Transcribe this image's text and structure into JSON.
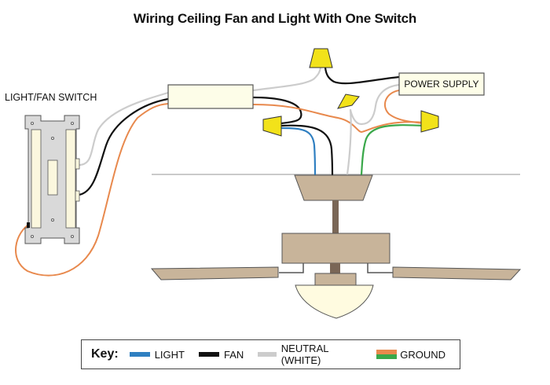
{
  "title": "Wiring Ceiling Fan and Light With One Switch",
  "labels": {
    "switch": "LIGHT/FAN SWITCH",
    "power_supply": "POWER SUPPLY"
  },
  "colors": {
    "light": "#2f7fc1",
    "fan": "#111111",
    "neutral": "#cccccc",
    "ground_orange": "#e8894d",
    "ground_green": "#3aa84a",
    "wire_nut": "#f2e21a",
    "fan_body": "#c8b49a",
    "fan_rod": "#7a6656",
    "globe": "#fffbe0",
    "box_fill": "#fdfde8",
    "switch_plate": "#d9d9d9",
    "switch_body": "#fbf7de"
  },
  "key": {
    "title": "Key:",
    "items": [
      {
        "label": "LIGHT",
        "color": "#2f7fc1"
      },
      {
        "label": "FAN",
        "color": "#111111"
      },
      {
        "label": "NEUTRAL (WHITE)",
        "color": "#cccccc"
      },
      {
        "label": "GROUND",
        "color": "split"
      }
    ]
  }
}
